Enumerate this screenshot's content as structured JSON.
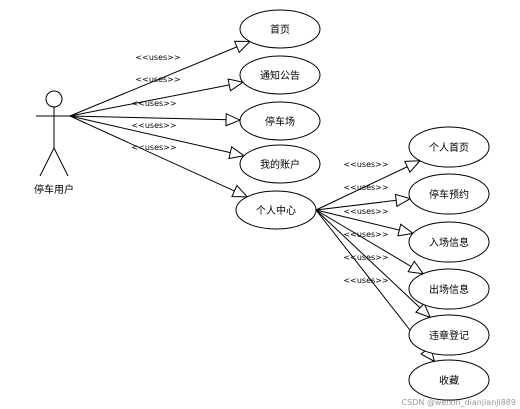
{
  "actor": {
    "name": "停车用户",
    "icon": "stick-figure-icon"
  },
  "relation_label": "<<uses>>",
  "level1": [
    {
      "id": "home",
      "label": "首页"
    },
    {
      "id": "notice",
      "label": "通知公告"
    },
    {
      "id": "parking-lot",
      "label": "停车场"
    },
    {
      "id": "my-account",
      "label": "我的账户"
    },
    {
      "id": "personal-center",
      "label": "个人中心"
    }
  ],
  "level2_parent": "个人中心",
  "level2": [
    {
      "id": "personal-home",
      "label": "个人首页"
    },
    {
      "id": "parking-reservation",
      "label": "停车预约"
    },
    {
      "id": "entry-info",
      "label": "入场信息"
    },
    {
      "id": "exit-info",
      "label": "出场信息"
    },
    {
      "id": "violation-registration",
      "label": "违章登记"
    },
    {
      "id": "favorites",
      "label": "收藏"
    }
  ],
  "watermark": "CSDN @weixin_dianjianji889"
}
